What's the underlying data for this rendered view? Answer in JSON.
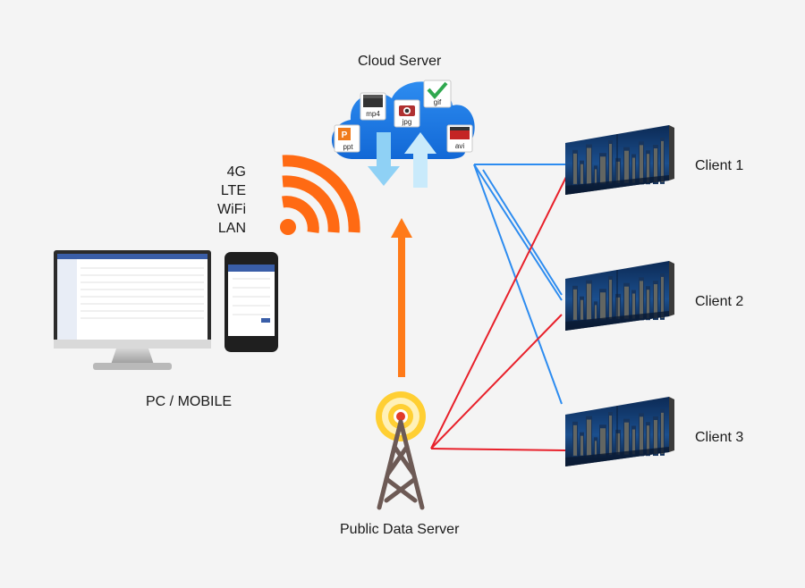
{
  "labels": {
    "cloud_server": "Cloud Server",
    "pc_mobile": "PC / MOBILE",
    "public_data_server": "Public Data Server",
    "connection_types": [
      "4G LTE",
      "WiFi",
      "LAN"
    ]
  },
  "clients": [
    {
      "name": "Client 1"
    },
    {
      "name": "Client 2"
    },
    {
      "name": "Client 3"
    }
  ],
  "file_types": [
    "mp4",
    "jpg",
    "gif",
    "ppt",
    "avi"
  ],
  "colors": {
    "background": "#f4f4f4",
    "cloud": "#1e7fe6",
    "wifi": "#ff6a13",
    "upload_arrow": "#ff7a18",
    "link_cloud": "#2d8cf0",
    "link_data_server": "#e8202a",
    "tower": "#6d5a55"
  }
}
